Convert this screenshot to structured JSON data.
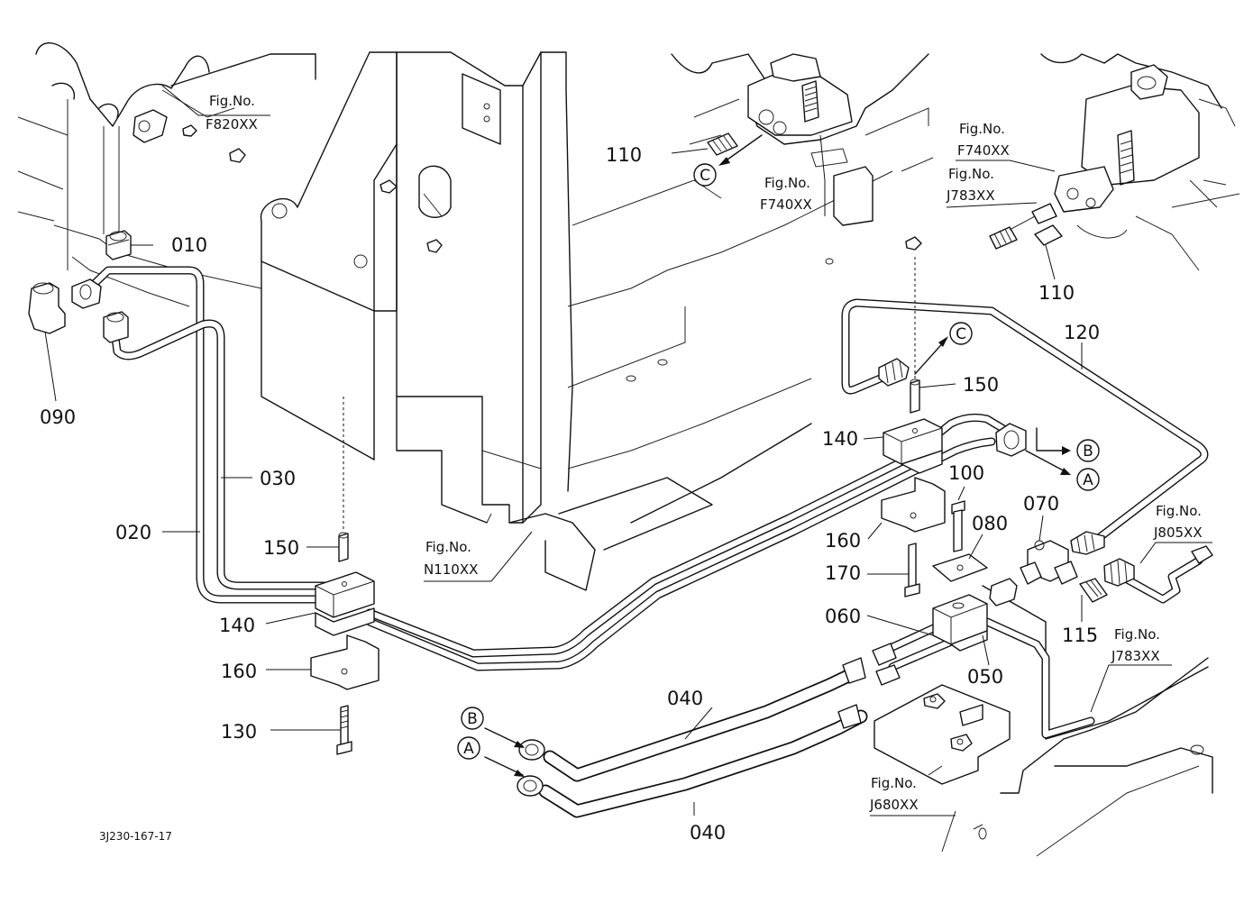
{
  "parts": [
    {
      "id": "p010a",
      "label": "010"
    },
    {
      "id": "p090",
      "label": "090"
    },
    {
      "id": "p030",
      "label": "030"
    },
    {
      "id": "p020",
      "label": "020"
    },
    {
      "id": "p150a",
      "label": "150"
    },
    {
      "id": "p140a",
      "label": "140"
    },
    {
      "id": "p160a",
      "label": "160"
    },
    {
      "id": "p130",
      "label": "130"
    },
    {
      "id": "p110a",
      "label": "110"
    },
    {
      "id": "p110b",
      "label": "110"
    },
    {
      "id": "p120",
      "label": "120"
    },
    {
      "id": "p150b",
      "label": "150"
    },
    {
      "id": "p140b",
      "label": "140"
    },
    {
      "id": "p100",
      "label": "100"
    },
    {
      "id": "p070",
      "label": "070"
    },
    {
      "id": "p080",
      "label": "080"
    },
    {
      "id": "p160b",
      "label": "160"
    },
    {
      "id": "p170",
      "label": "170"
    },
    {
      "id": "p060",
      "label": "060"
    },
    {
      "id": "p115",
      "label": "115"
    },
    {
      "id": "p050",
      "label": "050"
    },
    {
      "id": "p040a",
      "label": "040"
    },
    {
      "id": "p040b",
      "label": "040"
    }
  ],
  "fig_refs": [
    {
      "id": "f820",
      "line1": "Fig.No.",
      "line2": "F820XX"
    },
    {
      "id": "f740a",
      "line1": "Fig.No.",
      "line2": "F740XX"
    },
    {
      "id": "f740b",
      "line1": "Fig.No.",
      "line2": "F740XX"
    },
    {
      "id": "j783a",
      "line1": "Fig.No.",
      "line2": "J783XX"
    },
    {
      "id": "n110",
      "line1": "Fig.No.",
      "line2": "N110XX"
    },
    {
      "id": "j805",
      "line1": "Fig.No.",
      "line2": "J805XX"
    },
    {
      "id": "j783b",
      "line1": "Fig.No.",
      "line2": "J783XX"
    },
    {
      "id": "j680",
      "line1": "Fig.No.",
      "line2": "J680XX"
    }
  ],
  "connection_marks": {
    "a": "A",
    "b": "B",
    "c": "C"
  },
  "drawing_code": "3J230-167-17"
}
